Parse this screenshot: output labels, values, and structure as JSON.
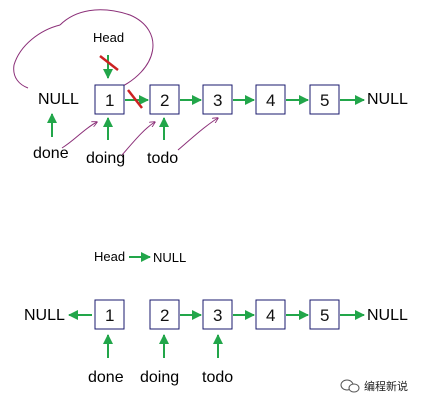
{
  "top": {
    "head_label": "Head",
    "null_left": "NULL",
    "null_right": "NULL",
    "nodes": [
      "1",
      "2",
      "3",
      "4",
      "5"
    ],
    "pointers": {
      "done": "done",
      "doing": "doing",
      "todo": "todo"
    }
  },
  "bottom": {
    "head_label": "Head",
    "head_target": "NULL",
    "null_left": "NULL",
    "null_right": "NULL",
    "nodes": [
      "1",
      "2",
      "3",
      "4",
      "5"
    ],
    "pointers": {
      "done": "done",
      "doing": "doing",
      "todo": "todo"
    }
  },
  "watermark": "编程新说",
  "colors": {
    "node_border": "#1a1a6e",
    "arrow": "#22a64a",
    "curve": "#8b2f78",
    "strike": "#cc2222",
    "text": "#000000"
  }
}
